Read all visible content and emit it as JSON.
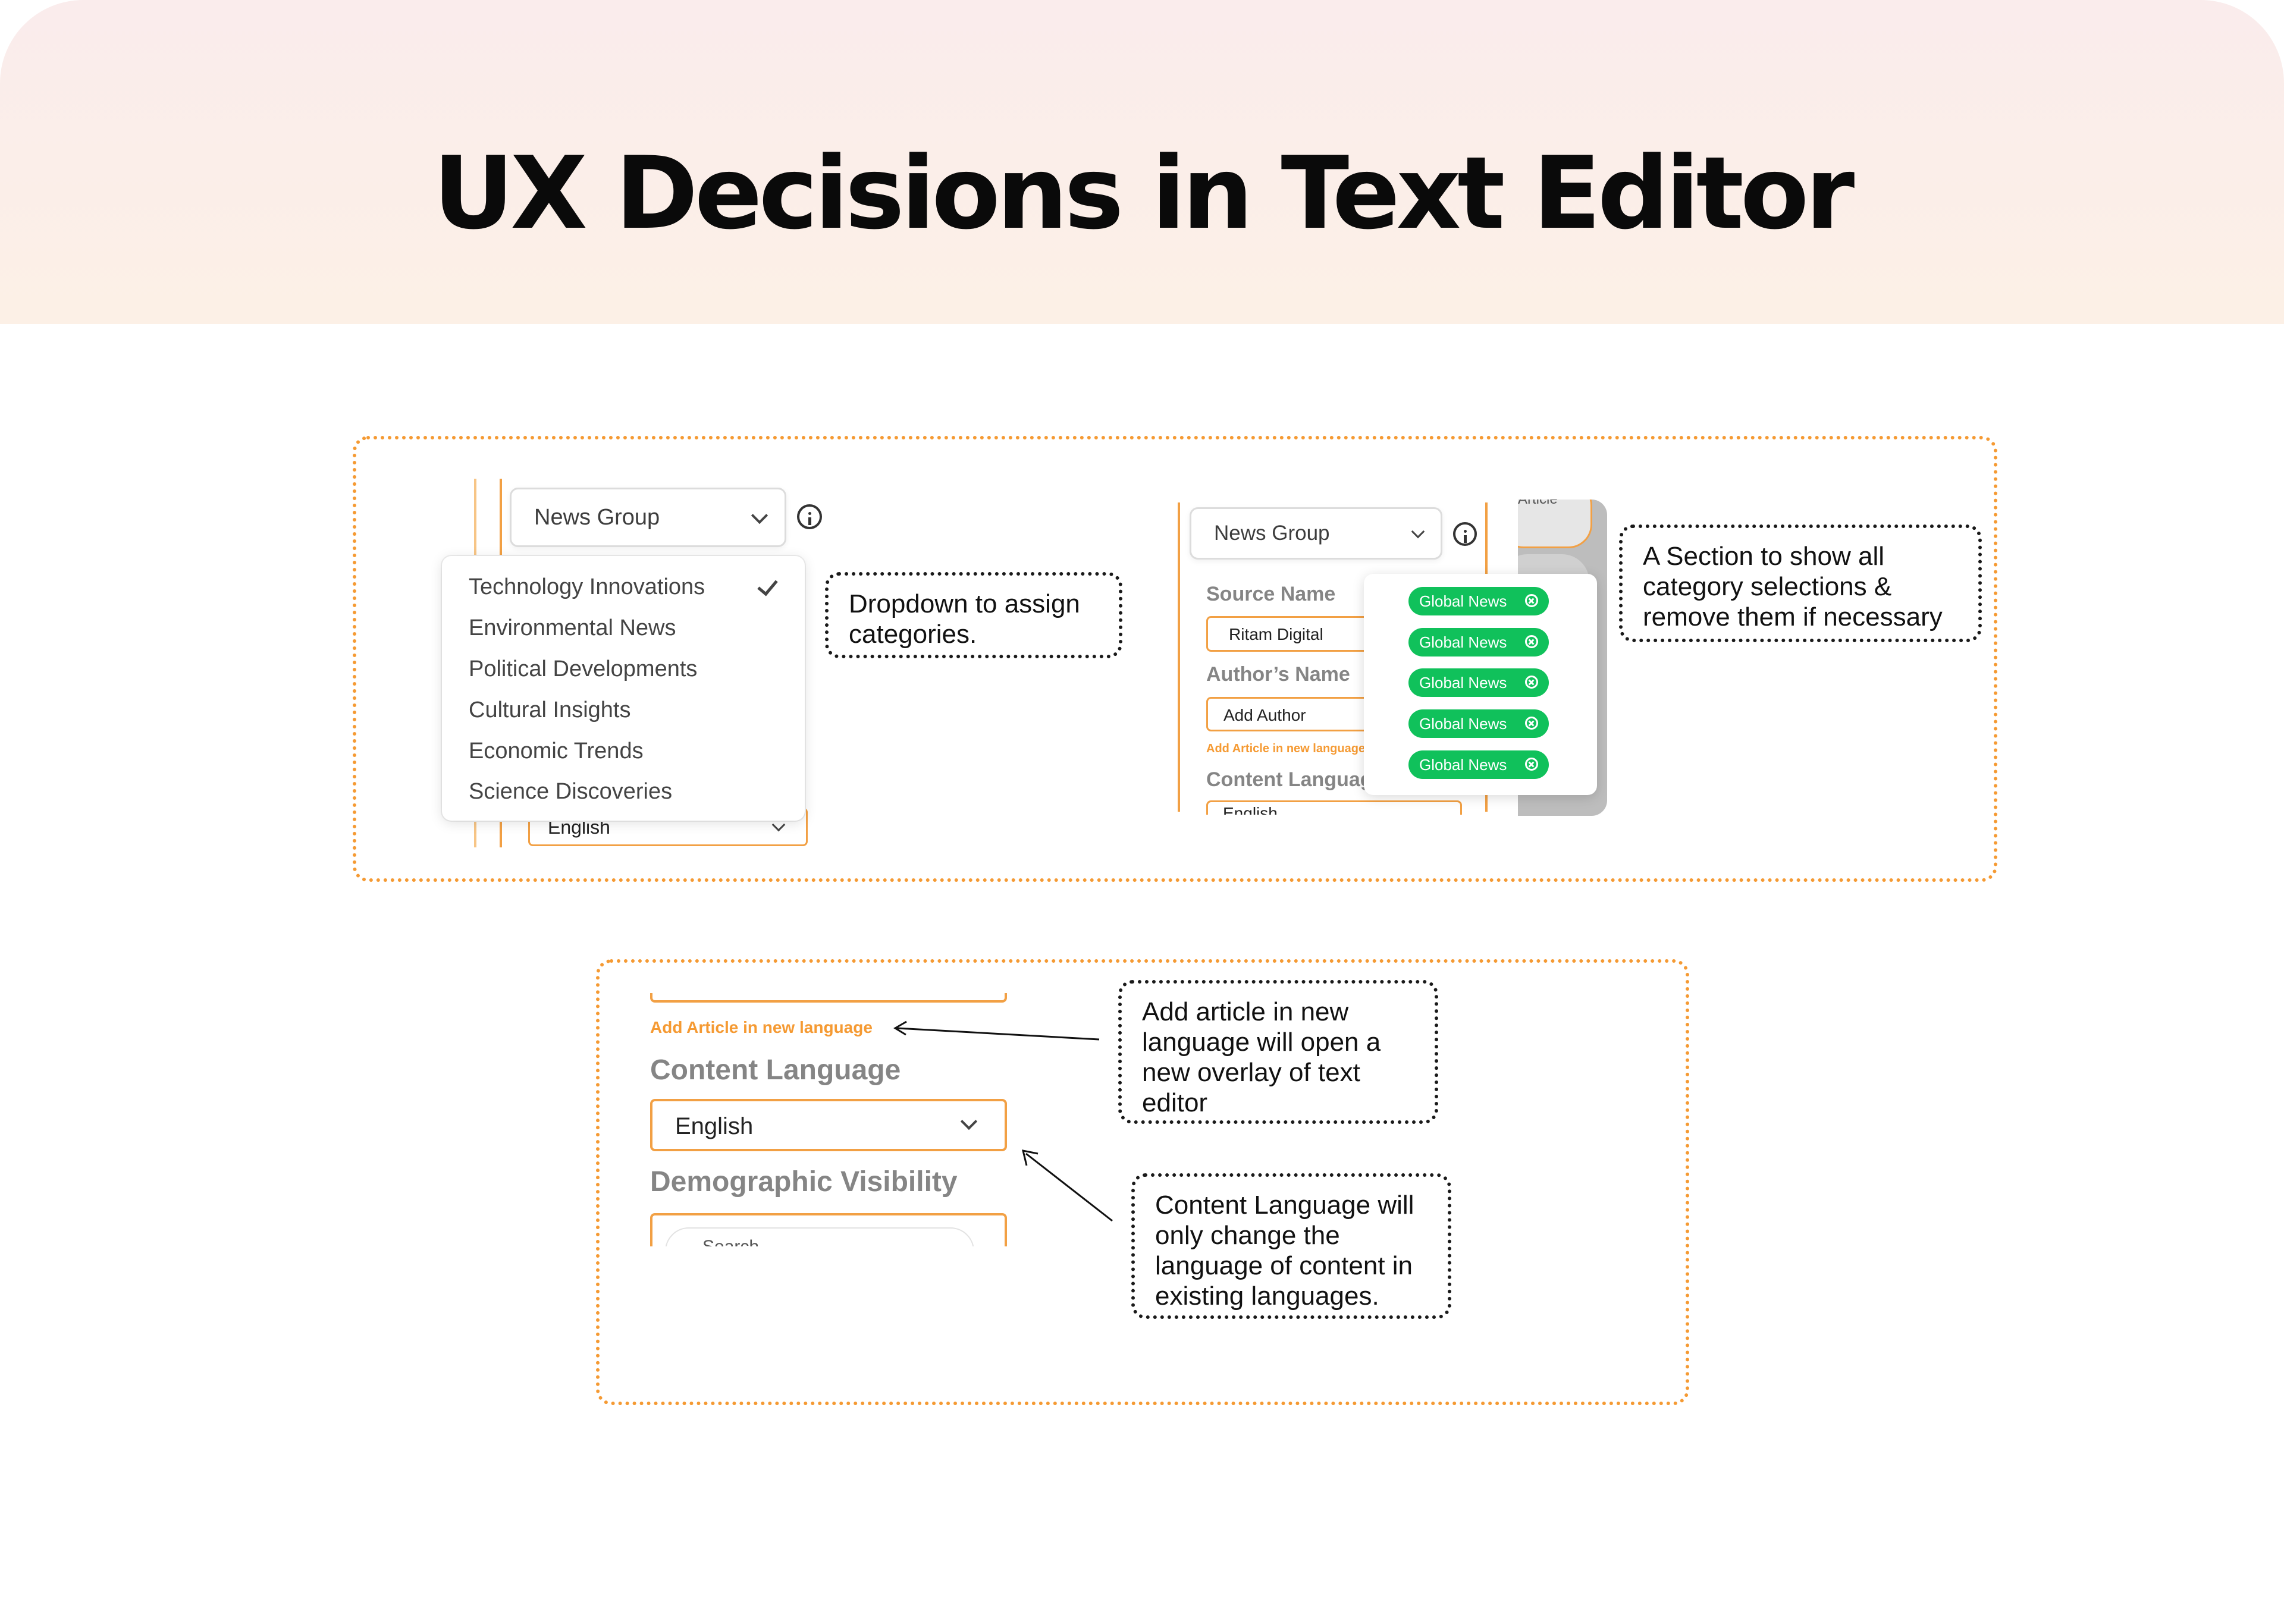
{
  "header": {
    "title": "UX Decisions in Text Editor"
  },
  "panel1": {
    "left_demo": {
      "dropdown_label": "News Group",
      "options": [
        "Technology Innovations",
        "Environmental News",
        "Political Developments",
        "Cultural Insights",
        "Economic Trends",
        "Science Discoveries"
      ],
      "selected_option": "Technology Innovations",
      "language_value": "English"
    },
    "annotation_dropdown": "Dropdown to assign categories.",
    "right_demo": {
      "dropdown_label": "News Group",
      "source_label": "Source Name",
      "source_value": "Ritam Digital",
      "author_label": "Author’s Name",
      "author_value": "Add Author",
      "add_language_link": "Add Article in new language",
      "content_language_label": "Content Language",
      "language_value": "English",
      "peek_text": "Article",
      "pills": [
        "Global News",
        "Global News",
        "Global News",
        "Global News",
        "Global News"
      ]
    },
    "annotation_section": "A Section to show all category selections & remove them if necessary"
  },
  "panel2": {
    "add_language_link": "Add Article in new language",
    "content_language_label": "Content Language",
    "language_value": "English",
    "demographic_label": "Demographic Visibility",
    "demographic_peek": "Search",
    "annotation_add_article": "Add article in new language will open a new overlay of text editor",
    "annotation_content_language": "Content Language will only change the language of content in existing languages."
  },
  "colors": {
    "accent_orange": "#f59a33",
    "pill_green": "#10c15b",
    "header_gradient_top": "#faecec",
    "header_gradient_bottom": "#fcf0e6"
  },
  "icons": [
    "chevron-down-icon",
    "info-icon",
    "checkmark-icon",
    "close-circle-icon",
    "arrow-left-icon"
  ]
}
